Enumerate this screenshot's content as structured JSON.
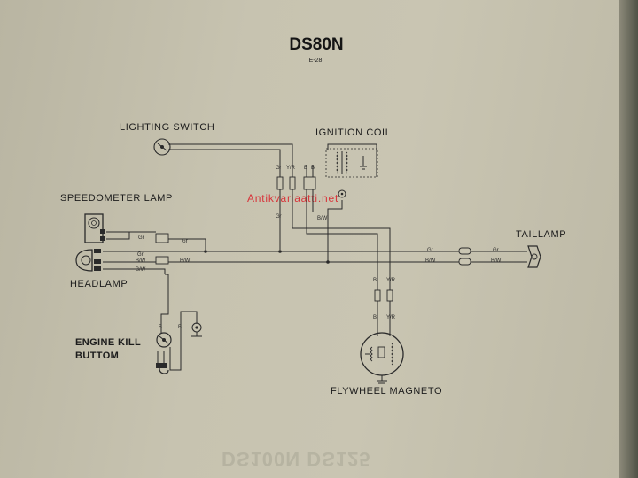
{
  "title": "DS80N",
  "subtitle": "E-28",
  "watermark": "Antikvariaatti.net",
  "bleed_text": "DS100N DS125",
  "components": {
    "lighting_switch": "LIGHTING SWITCH",
    "ignition_coil": "IGNITION COIL",
    "speedometer_lamp": "SPEEDOMETER LAMP",
    "headlamp": "HEADLAMP",
    "taillamp": "TAILLAMP",
    "engine_kill_line1": "ENGINE KILL",
    "engine_kill_line2": "BUTTOM",
    "flywheel_magneto": "FLYWHEEL MAGNETO"
  },
  "wire_labels": {
    "sw_gr": "Gr",
    "sw_yr": "Y/R",
    "coil_b1": "B",
    "coil_b2": "B",
    "gr_down": "Gr",
    "bw_coil": "B/W",
    "speedo_gr1": "Gr",
    "speedo_gr2": "Gr",
    "head_gr": "Gr",
    "head_bw1": "B/W",
    "head_bw2": "B/W",
    "head_bw3": "B/W",
    "tail_gr1": "Gr",
    "tail_gr2": "Gr",
    "tail_bw1": "B/W",
    "tail_bw2": "B/W",
    "mag_b1": "B",
    "mag_yr1": "Y/R",
    "mag_b2": "B",
    "mag_yr2": "Y/R",
    "kill_b1": "B",
    "kill_b2": "B"
  }
}
